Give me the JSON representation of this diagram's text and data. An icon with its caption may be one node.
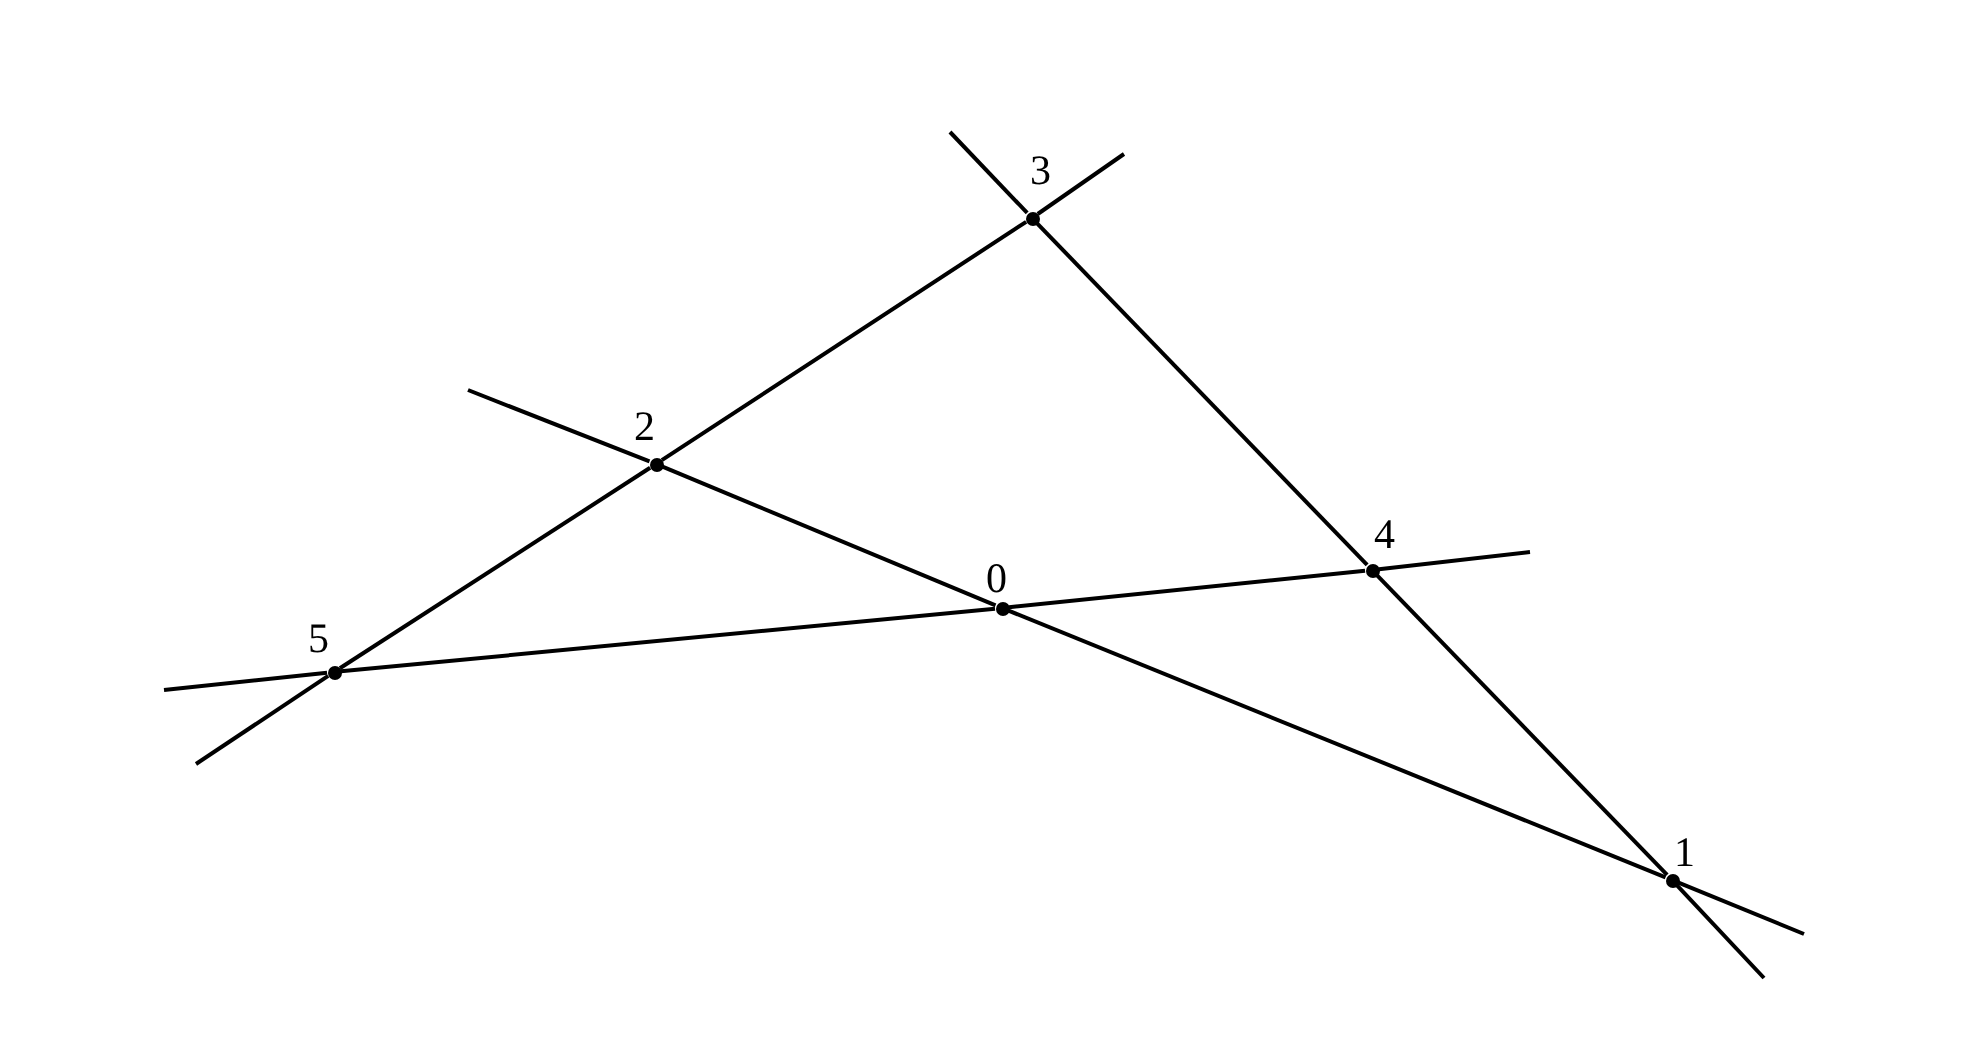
{
  "diagram": {
    "nodes": [
      {
        "text": [
          "0"
        ]
      },
      {
        "text": [
          "1"
        ]
      },
      {
        "text": [
          "2"
        ]
      },
      {
        "text": [
          "3"
        ]
      },
      {
        "text": [
          "4"
        ]
      },
      {
        "text": [
          "5"
        ]
      }
    ],
    "edges": [
      {
        "from": null,
        "to": 5,
        "arrow": "none"
      },
      {
        "from": 5,
        "to": 2,
        "arrow": "none"
      },
      {
        "from": 2,
        "to": 3,
        "arrow": "none"
      },
      {
        "from": 3,
        "to": null,
        "arrow": "none"
      },
      {
        "from": null,
        "to": 2,
        "arrow": "none"
      },
      {
        "from": 2,
        "to": 0,
        "arrow": "none"
      },
      {
        "from": 0,
        "to": 1,
        "arrow": "none"
      },
      {
        "from": 1,
        "to": null,
        "arrow": "none"
      },
      {
        "from": null,
        "to": 5,
        "arrow": "none"
      },
      {
        "from": 5,
        "to": 0,
        "arrow": "none"
      },
      {
        "from": 0,
        "to": 4,
        "arrow": "none"
      },
      {
        "from": 4,
        "to": null,
        "arrow": "none"
      },
      {
        "from": null,
        "to": 3,
        "arrow": "none"
      },
      {
        "from": 3,
        "to": 4,
        "arrow": "none"
      },
      {
        "from": 4,
        "to": 1,
        "arrow": "none"
      },
      {
        "from": 1,
        "to": null,
        "arrow": "none"
      }
    ]
  }
}
